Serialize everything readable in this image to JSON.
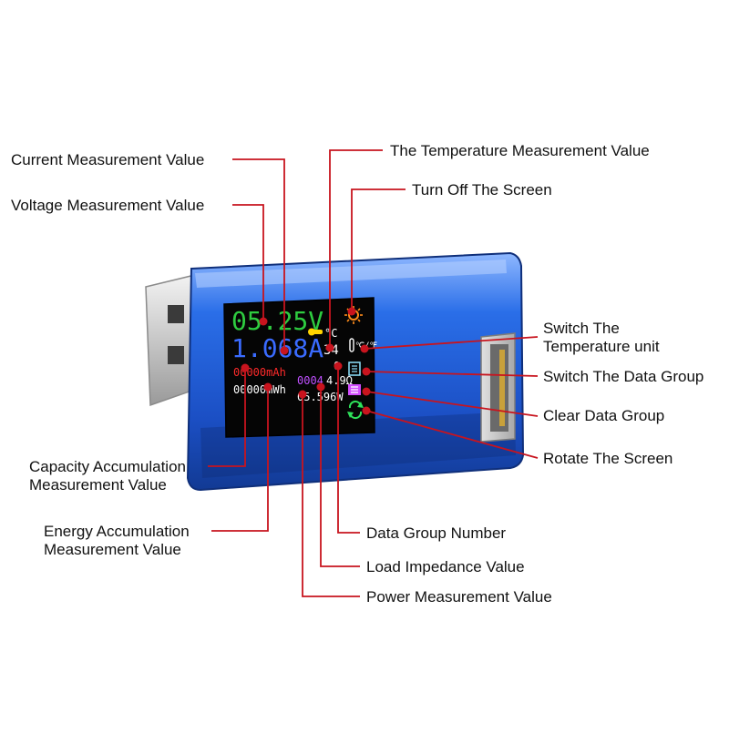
{
  "colors": {
    "leader_line": "#c8141e",
    "callout_text": "#111111",
    "casing": "#1f5fd6",
    "casing_light": "#6fa3f5",
    "lcd_background": "#050505",
    "lcd_voltage": "#2ecc40",
    "lcd_current": "#3a6bff",
    "lcd_capacity": "#ff2a2a",
    "lcd_energy": "#ffffff",
    "lcd_group": "#c050ff",
    "lcd_temperature": "#ffffff",
    "lcd_sun": "#ff8c1a",
    "lcd_thermometer": "#ffd400"
  },
  "lcd": {
    "voltage": "05.25V",
    "current": "1.068A",
    "capacity": "00000mAh",
    "energy": "00000mWh",
    "group": "0004",
    "impedance": "4.9Ω",
    "power": "05.596W",
    "temperature": "34",
    "temperature_unit": "°C",
    "group_digit": "0",
    "unit_switch_symbol": "℃/℉"
  },
  "callouts": {
    "current_value": "Current Measurement Value",
    "voltage_value": "Voltage Measurement Value",
    "temperature_value": "The Temperature Measurement Value",
    "turn_off_screen": "Turn Off The Screen",
    "switch_temp_unit_line1": "Switch The",
    "switch_temp_unit_line2": "Temperature unit",
    "switch_data_group": "Switch The Data Group",
    "clear_data_group": "Clear Data Group",
    "rotate_screen": "Rotate The Screen",
    "capacity_line1": "Capacity Accumulation",
    "capacity_line2": "Measurement Value",
    "energy_line1": "Energy Accumulation",
    "energy_line2": "Measurement Value",
    "group_number": "Data Group Number",
    "load_impedance": "Load Impedance Value",
    "power_value": "Power Measurement Value"
  },
  "icons": {
    "sun": "sun-icon",
    "thermometer": "thermometer-icon",
    "unit_switch": "celsius-fahrenheit-icon",
    "data_group": "data-group-icon",
    "clear": "clear-icon",
    "rotate": "rotate-icon"
  }
}
